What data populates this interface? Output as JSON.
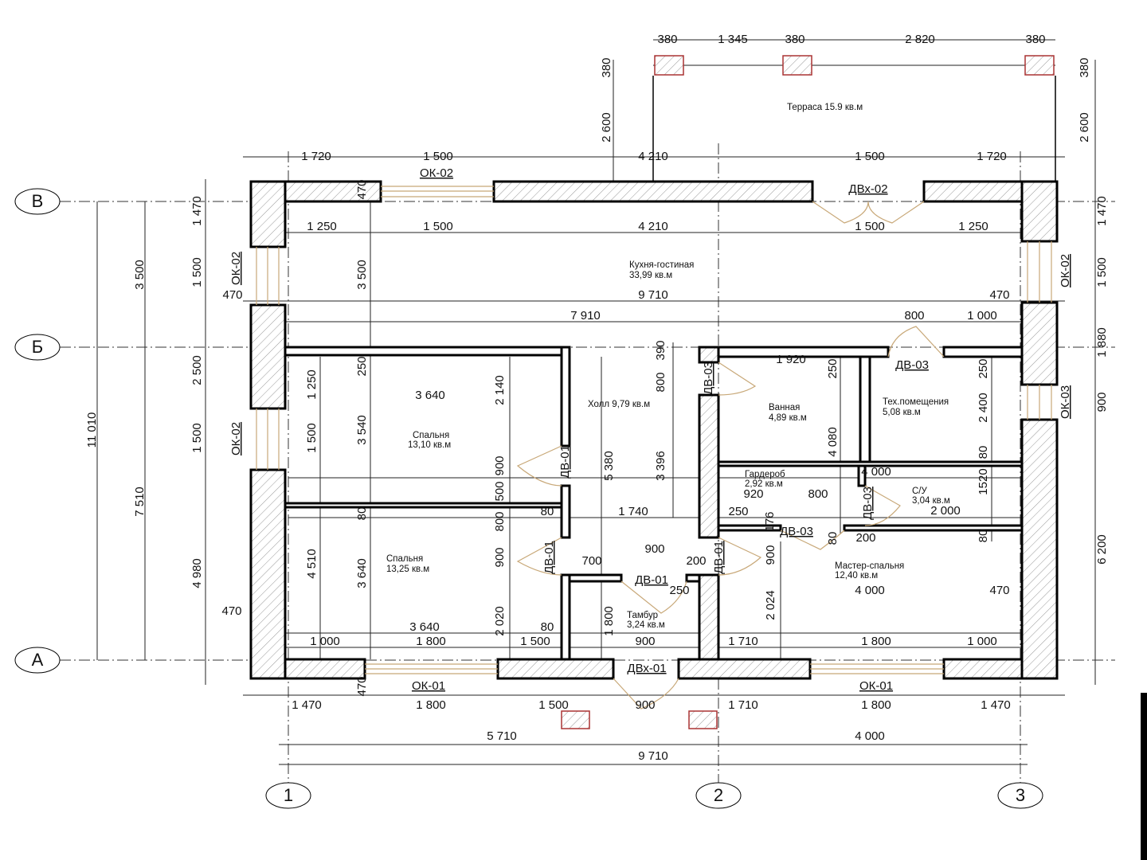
{
  "terrace": {
    "label": "Терраса 15.9 кв.м",
    "dims_top": [
      "380",
      "1 345",
      "380",
      "2 820",
      "380"
    ],
    "dims_left": [
      "380",
      "2 600"
    ],
    "dims_right": [
      "380",
      "2 600"
    ]
  },
  "grid_axes": {
    "rows": [
      "В",
      "Б",
      "А"
    ],
    "cols": [
      "1",
      "2",
      "3"
    ]
  },
  "rooms": [
    {
      "name": "Кухня-гостиная",
      "area": "33,99 кв.м"
    },
    {
      "name": "Спальня",
      "area": "13,10 кв.м"
    },
    {
      "name": "Спальня",
      "area": "13,25 кв.м"
    },
    {
      "name": "Холл 9,79 кв.м",
      "area": ""
    },
    {
      "name": "Ванная",
      "area": "4,89 кв.м"
    },
    {
      "name": "Тех.помещения",
      "area": "5,08 кв.м"
    },
    {
      "name": "Гардероб",
      "area": "2,92 кв.м"
    },
    {
      "name": "С/У",
      "area": "3,04 кв.м"
    },
    {
      "name": "Мастер-спальня",
      "area": "12,40 кв.м"
    },
    {
      "name": "Тамбур",
      "area": "3,24 кв.м"
    }
  ],
  "openings": [
    "ОК-02",
    "ОК-02",
    "ОК-02",
    "ОК-02",
    "ОК-03",
    "ДВх-02",
    "ДВ-03",
    "ДВ-03",
    "ДВ-01",
    "ДВ-01",
    "ДВ-01",
    "ДВ-01",
    "ДВ-03",
    "ДВ-03",
    "ДВх-01",
    "ОК-01",
    "ОК-01"
  ],
  "dims": {
    "top_outer": [
      "1 720",
      "1 500",
      "4 210",
      "1 500",
      "1 720"
    ],
    "top_inner": [
      "1 250",
      "1 500",
      "4 210",
      "1 500",
      "1 250"
    ],
    "row_371": [
      "470",
      "9 710",
      "470"
    ],
    "row_397": [
      "7 910",
      "800",
      "1 000"
    ],
    "bottom_inner": [
      "1 000",
      "1 800",
      "1 500",
      "900",
      "1 710",
      "1 800",
      "1 000"
    ],
    "bottom_outer": [
      "1 470",
      "1 800",
      "1 500",
      "900",
      "1 710",
      "1 800",
      "1 470"
    ],
    "bottom_axes": [
      "5 710",
      "4 000"
    ],
    "overall": "9 710",
    "left_outer": [
      "1 470",
      "1 500",
      "2 500",
      "1 500",
      "4 980",
      "470"
    ],
    "left_axes": [
      "3 500",
      "7 510"
    ],
    "left_total": "11 010",
    "right_outer": [
      "1 470",
      "1 500",
      "1 880",
      "900",
      "6 200"
    ],
    "interior": [
      "470",
      "3 500",
      "250",
      "3 540",
      "80",
      "3 640",
      "1 250",
      "1 500",
      "4 510",
      "3 640",
      "2 140",
      "900",
      "500",
      "800",
      "900",
      "2 020",
      "80",
      "1 740",
      "80",
      "3 640",
      "5 380",
      "1 800",
      "390",
      "800",
      "3 396",
      "1 920",
      "250",
      "4 080",
      "250",
      "2 400",
      "80",
      "4 000",
      "920",
      "800",
      "250",
      "176",
      "80",
      "200",
      "2 000",
      "1520",
      "80",
      "900",
      "700",
      "200",
      "900",
      "250",
      "2 024",
      "4 000",
      "470",
      "470"
    ]
  }
}
